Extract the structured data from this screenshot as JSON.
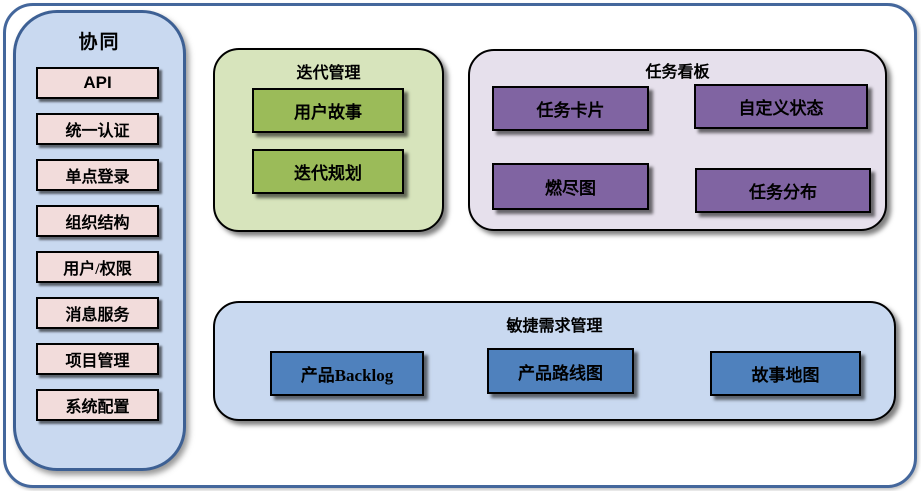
{
  "diagram": {
    "sidebar": {
      "title": "协同",
      "items": [
        "API",
        "统一认证",
        "单点登录",
        "组织结构",
        "用户/权限",
        "消息服务",
        "项目管理",
        "系统配置"
      ]
    },
    "panels": {
      "iteration": {
        "title": "迭代管理",
        "items": [
          "用户故事",
          "迭代规划"
        ]
      },
      "kanban": {
        "title": "任务看板",
        "items": [
          "任务卡片",
          "自定义状态",
          "燃尽图",
          "任务分布"
        ]
      },
      "agile": {
        "title": "敏捷需求管理",
        "items": [
          "产品Backlog",
          "产品路线图",
          "故事地图"
        ]
      }
    },
    "colors": {
      "frame_border": "#44679c",
      "sidebar_bg": "#c9d9f0",
      "sidebar_border": "#3d6094",
      "sidebar_item_bg": "#f2dcdb",
      "iteration_panel_bg": "#d7e4bc",
      "iteration_item_bg": "#9bbb59",
      "kanban_panel_bg": "#e6e0ec",
      "kanban_item_bg": "#8064a2",
      "agile_panel_bg": "#c9d9f0",
      "agile_item_bg": "#4f81bd",
      "box_border": "#000000",
      "text": "#000000"
    }
  }
}
